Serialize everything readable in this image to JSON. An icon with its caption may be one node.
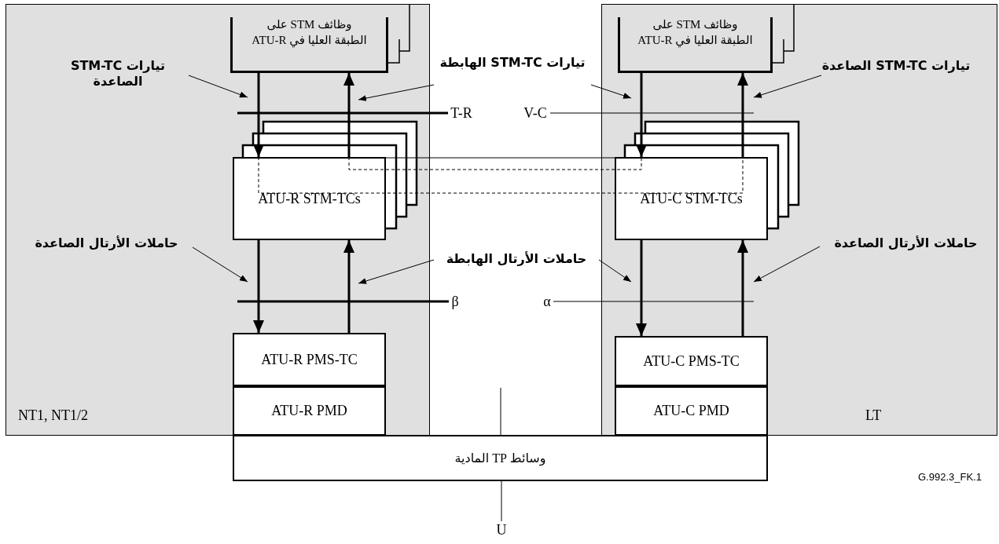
{
  "diagram": {
    "nodes": [
      {
        "text": [
          "NT1, NT1/2"
        ]
      },
      {
        "text": [
          "وظائف STM على الطبقة العليا في ATU-R"
        ],
        "in": 0
      },
      {
        "text": [
          "ATU-R STM-TCs"
        ],
        "in": 0
      },
      {
        "text": [
          "ATU-R PMS-TC"
        ],
        "in": 0
      },
      {
        "text": [
          "ATU-R PMD"
        ],
        "in": 0
      },
      {
        "text": [
          "LT"
        ]
      },
      {
        "text": [
          "وظائف STM على الطبقة العليا في ATU-R"
        ],
        "in": 5
      },
      {
        "text": [
          "ATU-C STM-TCs"
        ],
        "in": 5
      },
      {
        "text": [
          "ATU-C PMS-TC"
        ],
        "in": 5
      },
      {
        "text": [
          "ATU-C PMD"
        ],
        "in": 5
      },
      {
        "text": [
          "وسائط TP المادية"
        ]
      },
      {
        "text": [
          "تيارات STM-TC الصاعدة"
        ],
        "in": 0
      },
      {
        "text": [
          "تيارات STM-TC الهابطة"
        ]
      },
      {
        "text": [
          "تيارات STM-TC الصاعدة"
        ],
        "in": 5
      },
      {
        "text": [
          "حاملات الأرتال الصاعدة"
        ],
        "in": 0
      },
      {
        "text": [
          "حاملات الأرتال الهابطة"
        ]
      },
      {
        "text": [
          "حاملات الأرتال الصاعدة"
        ],
        "in": 5
      },
      {
        "text": [
          "T-R"
        ]
      },
      {
        "text": [
          "V-C"
        ]
      },
      {
        "text": [
          "β"
        ]
      },
      {
        "text": [
          "α"
        ]
      },
      {
        "text": [
          "U"
        ]
      }
    ],
    "edges": [
      {
        "from": 1,
        "to": 2,
        "arrow": "to",
        "style": "thick"
      },
      {
        "from": 2,
        "to": 1,
        "arrow": "to",
        "style": "thick"
      },
      {
        "from": 6,
        "to": 7,
        "arrow": "to",
        "style": "thick"
      },
      {
        "from": 7,
        "to": 6,
        "arrow": "to",
        "style": "thick"
      },
      {
        "from": 2,
        "to": 3,
        "arrow": "to",
        "style": "thick"
      },
      {
        "from": 3,
        "to": 2,
        "arrow": "to",
        "style": "thick"
      },
      {
        "from": 7,
        "to": 8,
        "arrow": "to",
        "style": "thick"
      },
      {
        "from": 8,
        "to": 7,
        "arrow": "to",
        "style": "thick"
      },
      {
        "from": 2,
        "to": 7,
        "arrow": "none"
      },
      {
        "from": 2,
        "to": 7,
        "arrow": "none",
        "style": "dashed"
      },
      {
        "from": 2,
        "to": 7,
        "arrow": "none",
        "style": "dashed"
      },
      {
        "from": 10,
        "to": 21,
        "arrow": "none"
      },
      {
        "from": 10,
        "to": null,
        "arrow": "none"
      },
      {
        "from": 11,
        "to": null,
        "arrow": "to"
      },
      {
        "from": 12,
        "to": null,
        "arrow": "to"
      },
      {
        "from": 12,
        "to": null,
        "arrow": "to"
      },
      {
        "from": 13,
        "to": null,
        "arrow": "to"
      },
      {
        "from": 14,
        "to": null,
        "arrow": "to"
      },
      {
        "from": 15,
        "to": null,
        "arrow": "to"
      },
      {
        "from": 15,
        "to": null,
        "arrow": "to"
      },
      {
        "from": 16,
        "to": null,
        "arrow": "to"
      },
      {
        "from": 17,
        "to": null,
        "arrow": "none",
        "style": "thick"
      },
      {
        "from": 18,
        "to": null,
        "arrow": "none"
      },
      {
        "from": 19,
        "to": null,
        "arrow": "none",
        "style": "thick"
      },
      {
        "from": 20,
        "to": null,
        "arrow": "none"
      }
    ],
    "labels": [
      "G.992.3_FK.1"
    ]
  }
}
